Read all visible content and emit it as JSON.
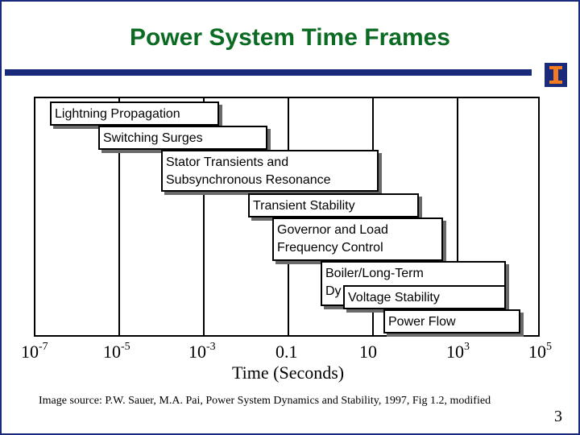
{
  "title": "Power System Time Frames",
  "bars": [
    {
      "lines": [
        "Lightning Propagation"
      ]
    },
    {
      "lines": [
        "Switching Surges"
      ]
    },
    {
      "lines": [
        "Stator Transients and",
        "Subsynchronous Resonance"
      ]
    },
    {
      "lines": [
        "Transient Stability"
      ]
    },
    {
      "lines": [
        "Governor and Load",
        "Frequency Control"
      ]
    },
    {
      "lines": [
        "Boiler/Long-Term",
        "Dy"
      ]
    },
    {
      "lines": [
        "Voltage Stability"
      ]
    },
    {
      "lines": [
        "Power Flow"
      ]
    }
  ],
  "ticks": [
    {
      "base": "10",
      "exp": "-7"
    },
    {
      "base": "10",
      "exp": "-5"
    },
    {
      "base": "10",
      "exp": "-3"
    },
    {
      "base": "0.1",
      "exp": ""
    },
    {
      "base": "10",
      "exp": ""
    },
    {
      "base": "10",
      "exp": "3"
    },
    {
      "base": "10",
      "exp": "5"
    }
  ],
  "xlabel": "Time (Seconds)",
  "source": "Image source: P.W. Sauer, M.A. Pai, Power System Dynamics and Stability, 1997, Fig 1.2, modified",
  "page_number": "3"
}
